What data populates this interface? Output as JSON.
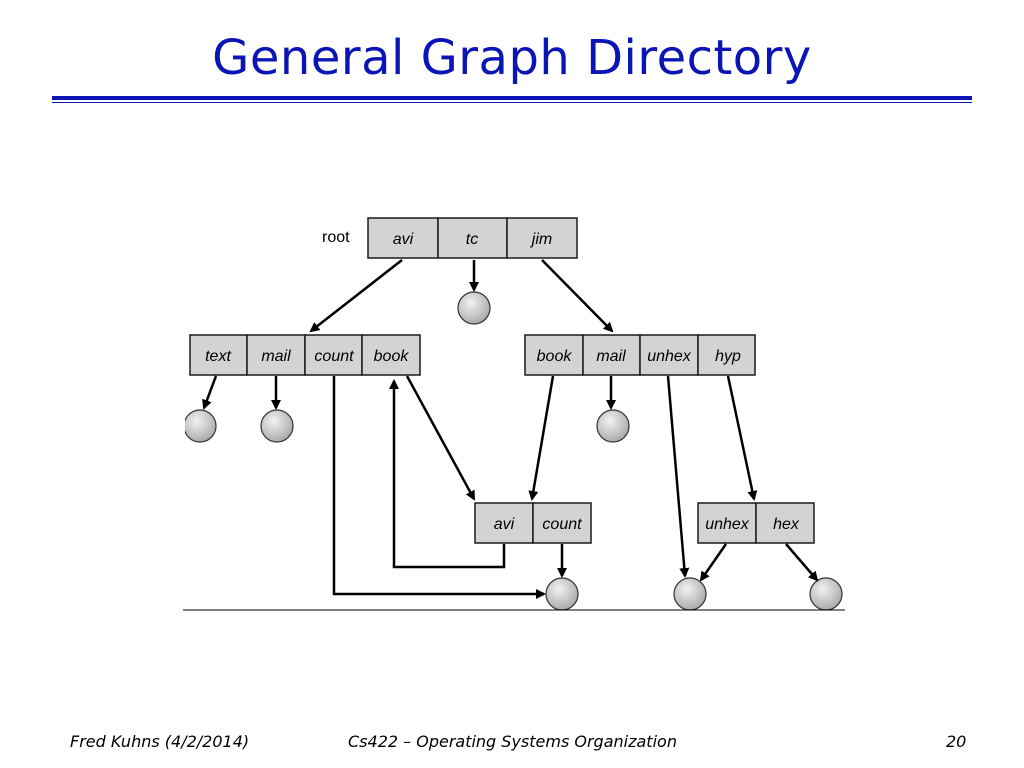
{
  "slide": {
    "title": "General Graph Directory",
    "footer_left": "Fred Kuhns (4/2/2014)",
    "footer_center": "Cs422 – Operating Systems Organization",
    "page_number": "20"
  },
  "diagram": {
    "root_label": "root",
    "root_entries": [
      "avi",
      "tc",
      "jim"
    ],
    "avi_dir_entries": [
      "text",
      "mail",
      "count",
      "book"
    ],
    "jim_dir_entries": [
      "book",
      "mail",
      "unhex",
      "hyp"
    ],
    "shared_dir_entries": [
      "avi",
      "count"
    ],
    "hyp_dir_entries": [
      "unhex",
      "hex"
    ]
  },
  "colors": {
    "title": "#0b14b4",
    "directory_cell": "#d3d3d3",
    "file_node": "#c8c8c8"
  }
}
